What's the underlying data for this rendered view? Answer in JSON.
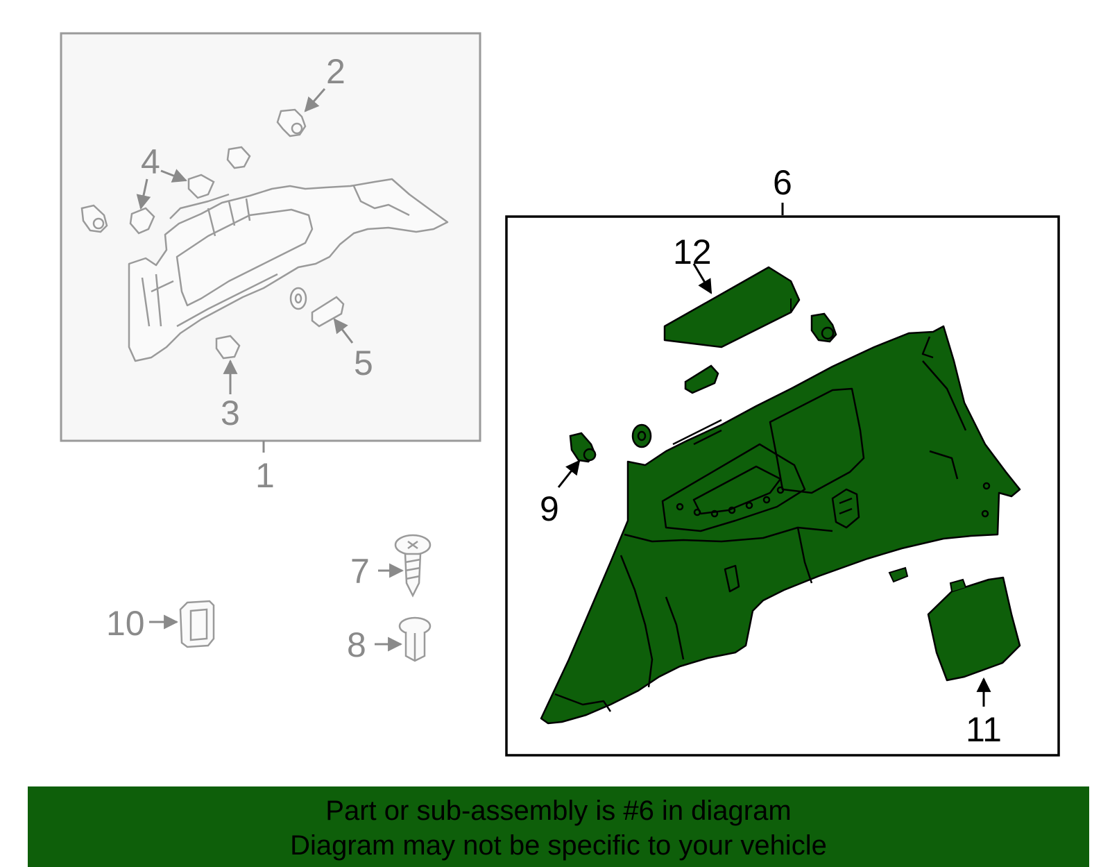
{
  "diagram": {
    "callouts": {
      "c1": "1",
      "c2": "2",
      "c3": "3",
      "c4": "4",
      "c5": "5",
      "c6": "6",
      "c7": "7",
      "c8": "8",
      "c9": "9",
      "c10": "10",
      "c11": "11",
      "c12": "12"
    },
    "colors": {
      "highlight": "#0e5f0a",
      "outline_grey": "#9a9a9a",
      "box_bg": "#f7f7f7"
    }
  },
  "banner": {
    "line1": "Part or sub-assembly is #6 in diagram",
    "line2": "Diagram may not be specific to your vehicle"
  }
}
